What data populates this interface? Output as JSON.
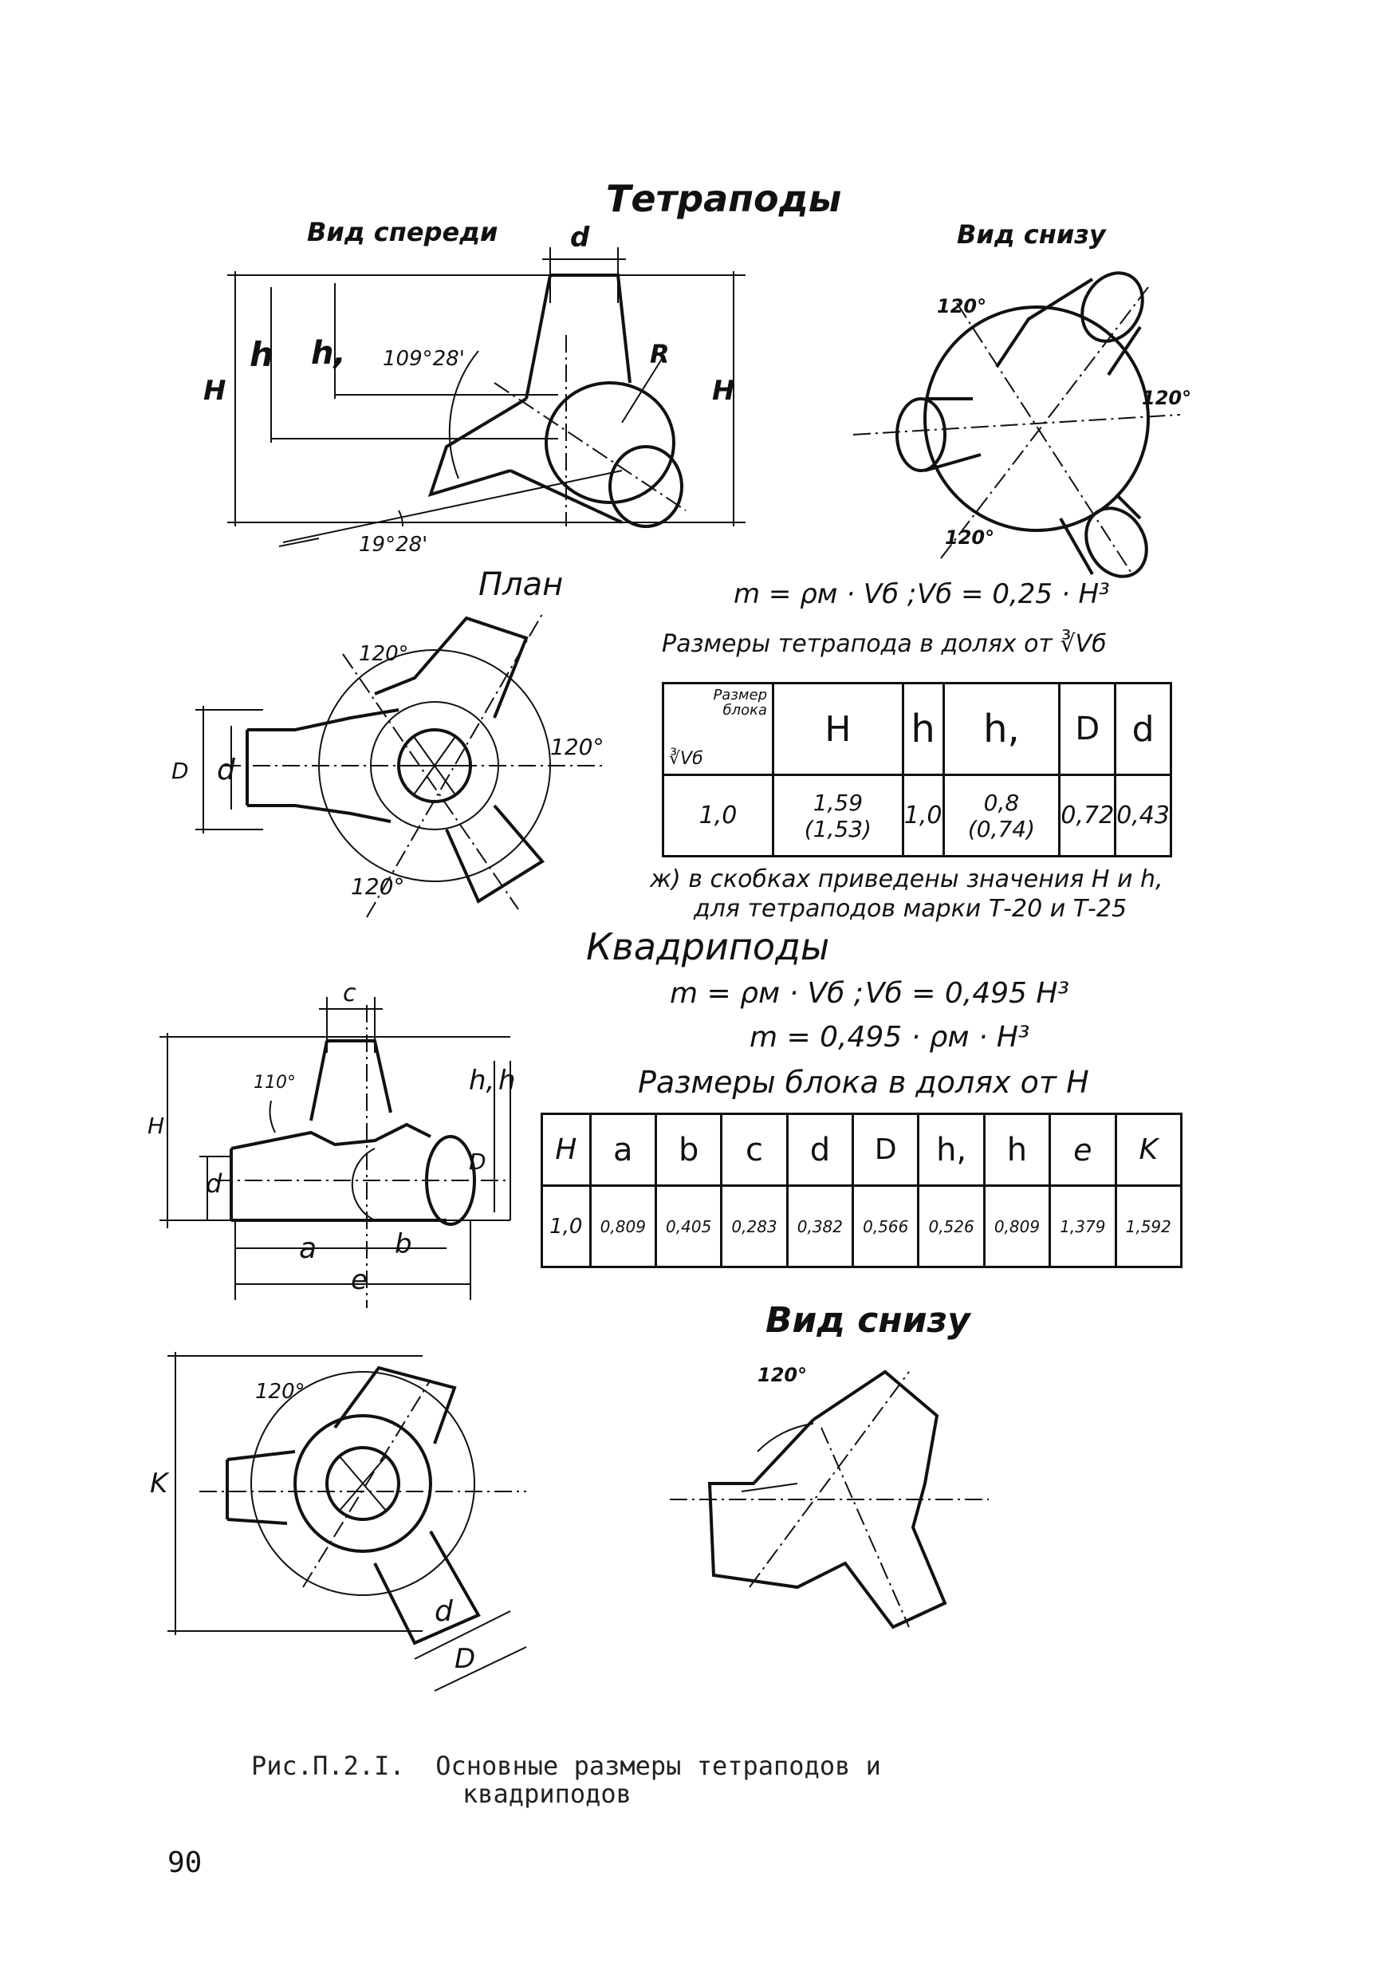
{
  "tetrapods": {
    "title": "Тетраподы",
    "front_view_label": "Вид спереди",
    "bottom_view_label": "Вид снизу",
    "plan_label": "План",
    "front_dims": {
      "d": "d",
      "h": "h",
      "h1": "h,",
      "H_left": "H",
      "H_right": "H",
      "R": "R",
      "angle_top": "109°28'",
      "angle_bottom": "19°28'"
    },
    "bottom_angles": {
      "a1": "120°",
      "a2": "120°",
      "a3": "120°"
    },
    "plan_dims": {
      "a1": "120°",
      "a2": "120°",
      "a3": "120°",
      "D": "D",
      "d": "d"
    },
    "formula1": "m = ρм · Vб ;",
    "formula2": "Vб = 0,25 · H³",
    "table_title": "Размеры тетрапода в долях от ∛Vб",
    "table": {
      "corner_top": "Размер блока",
      "corner_bottom": "∛Vб",
      "headers": [
        "H",
        "h",
        "h,",
        "D",
        "d"
      ],
      "row_first": "1,0",
      "values": [
        "1,59 (1,53)",
        "1,0",
        "0,8 (0,74)",
        "0,72",
        "0,43"
      ]
    },
    "footnote_line1": "ж) в скобках приведены значения H и h,",
    "footnote_line2": "для тетраподов марки Т-20 и Т-25"
  },
  "quadripods": {
    "title": "Квадриподы",
    "formula1": "m = ρм · Vб ;",
    "formula2": "Vб = 0,495 H³",
    "formula3": "m = 0,495 · ρм · H³",
    "table_title": "Размеры блока в долях от H",
    "table": {
      "headers": [
        "H",
        "a",
        "b",
        "c",
        "d",
        "D",
        "h,",
        "h",
        "e",
        "K"
      ],
      "values": [
        "1,0",
        "0,809",
        "0,405",
        "0,283",
        "0,382",
        "0,566",
        "0,526",
        "0,809",
        "1,379",
        "1,592"
      ]
    },
    "front_dims": {
      "c": "c",
      "H": "H",
      "h1": "h,",
      "h": "h",
      "D": "D",
      "d": "d",
      "a": "a",
      "b": "b",
      "e": "e",
      "angle": "110°"
    },
    "plan_dims": {
      "K": "K",
      "d": "d",
      "D": "D",
      "angle": "120°"
    },
    "bottom_view_label": "Вид снизу",
    "bottom_angle": "120°"
  },
  "caption_line1": "Рис.П.2.I.  Основные размеры тетраподов и",
  "caption_line2": "квадриподов",
  "page_number": "90"
}
